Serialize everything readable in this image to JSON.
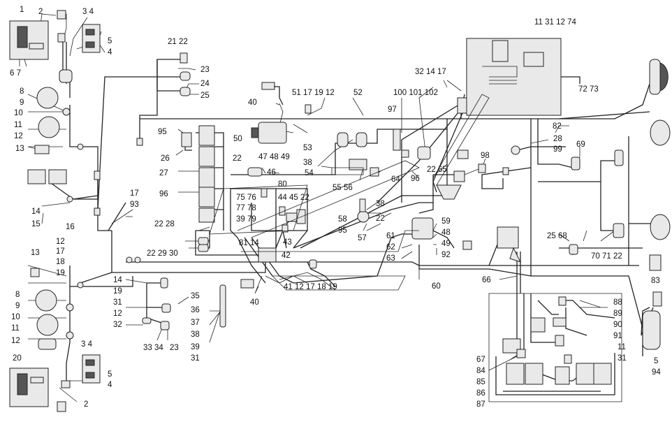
{
  "labels": [
    "1",
    "2",
    "3 4",
    "5",
    "4",
    "6 7",
    "8",
    "9",
    "10",
    "11",
    "12",
    "13",
    "14",
    "15",
    "16",
    "21 22",
    "23",
    "24",
    "25",
    "95",
    "26",
    "27",
    "96",
    "17",
    "93",
    "40",
    "51 17 19 12",
    "52",
    "100 101 102",
    "32 14 17",
    "97",
    "11 31 12 74",
    "72 73",
    "50",
    "53",
    "47 48 49",
    "38",
    "54",
    "22",
    "46",
    "55 56",
    "64",
    "96",
    "22 65",
    "98",
    "82",
    "28",
    "99",
    "69",
    "75 76",
    "77 78",
    "39 79",
    "80",
    "44 45 22",
    "22 28",
    "22 29 30",
    "81 14",
    "43",
    "42",
    "38",
    "22",
    "58",
    "95",
    "57",
    "61",
    "62",
    "63",
    "59",
    "48",
    "49",
    "92",
    "60",
    "41 12 17 18 19",
    "40",
    "25 68",
    "70 71 22",
    "66",
    "83",
    "88",
    "89",
    "90",
    "91",
    "11",
    "31",
    "5",
    "94",
    "67",
    "84",
    "85",
    "86",
    "87",
    "13",
    "12",
    "17",
    "18",
    "19",
    "8",
    "9",
    "10",
    "11",
    "12",
    "20",
    "3 4",
    "5",
    "4",
    "2",
    "14",
    "19",
    "31",
    "12",
    "32",
    "33 34",
    "23",
    "35",
    "36",
    "37",
    "38",
    "39",
    "31"
  ]
}
